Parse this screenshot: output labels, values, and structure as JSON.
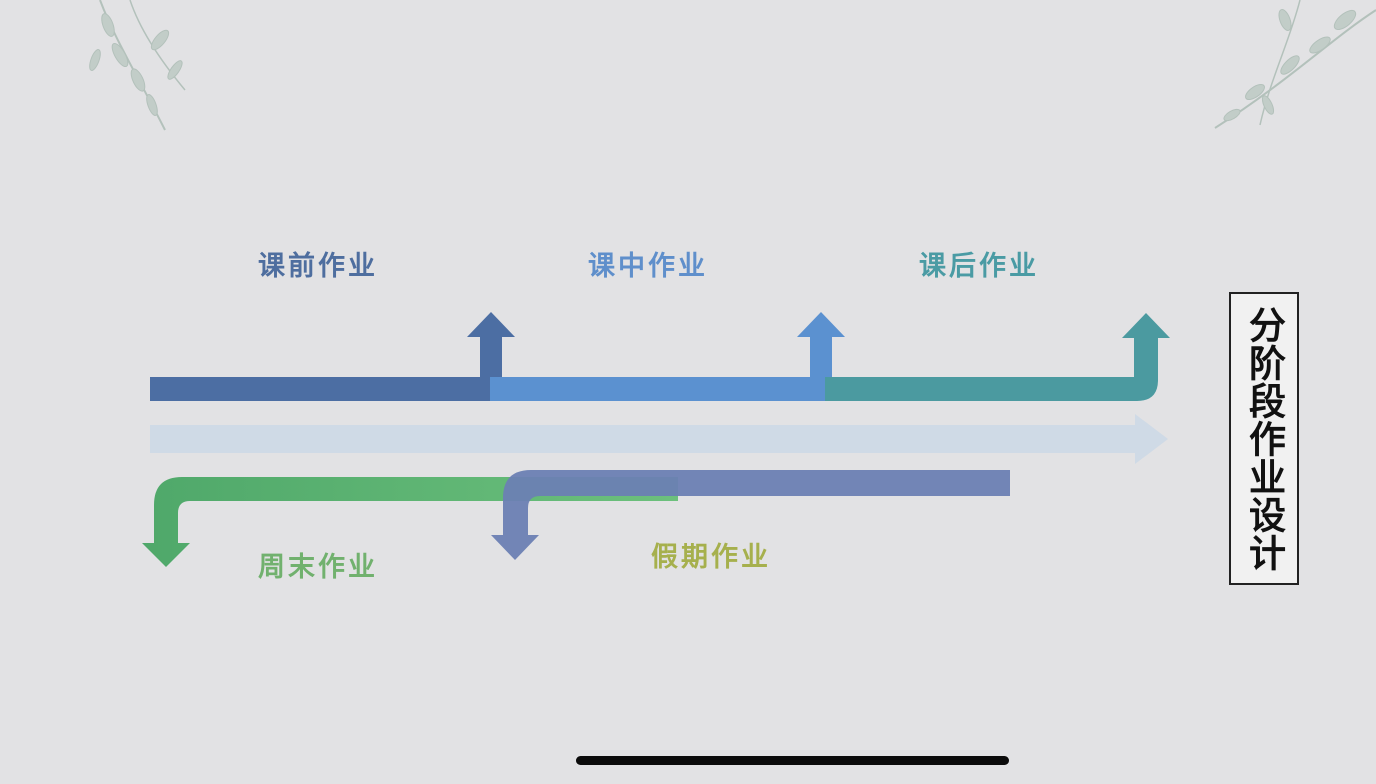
{
  "title": "分阶段作业设计",
  "stages_top": [
    {
      "label": "课前作业",
      "color": "#4e6e9f"
    },
    {
      "label": "课中作业",
      "color": "#5f8fcb"
    },
    {
      "label": "课后作业",
      "color": "#4a9ba4"
    }
  ],
  "stages_bottom": [
    {
      "label": "周末作业",
      "color": "#71b16e"
    },
    {
      "label": "假期作业",
      "color": "#a6b04d"
    }
  ],
  "colors": {
    "background": "#e2e2e4",
    "arrow_pre": "#4c6ea3",
    "arrow_mid": "#5b91d0",
    "arrow_post": "#4b9aa0",
    "arrow_main": "#cbd8e6",
    "arrow_weekend": "#5db56c",
    "arrow_holiday": "#6b7fb3"
  }
}
